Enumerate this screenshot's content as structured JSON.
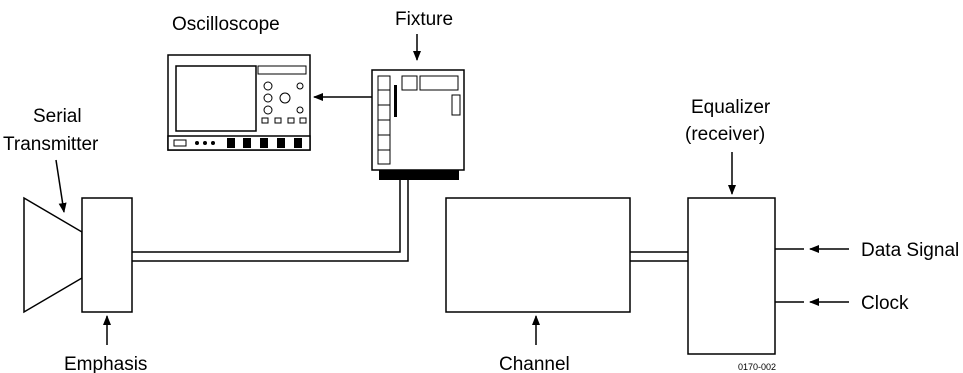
{
  "labels": {
    "oscilloscope": "Oscilloscope",
    "fixture": "Fixture",
    "serial_line1": "Serial",
    "serial_line2": "Transmitter",
    "equalizer_line1": "Equalizer",
    "equalizer_line2": "(receiver)",
    "data_signal": "Data Signal",
    "clock": "Clock",
    "emphasis": "Emphasis",
    "channel": "Channel",
    "figure_id": "0170-002"
  }
}
